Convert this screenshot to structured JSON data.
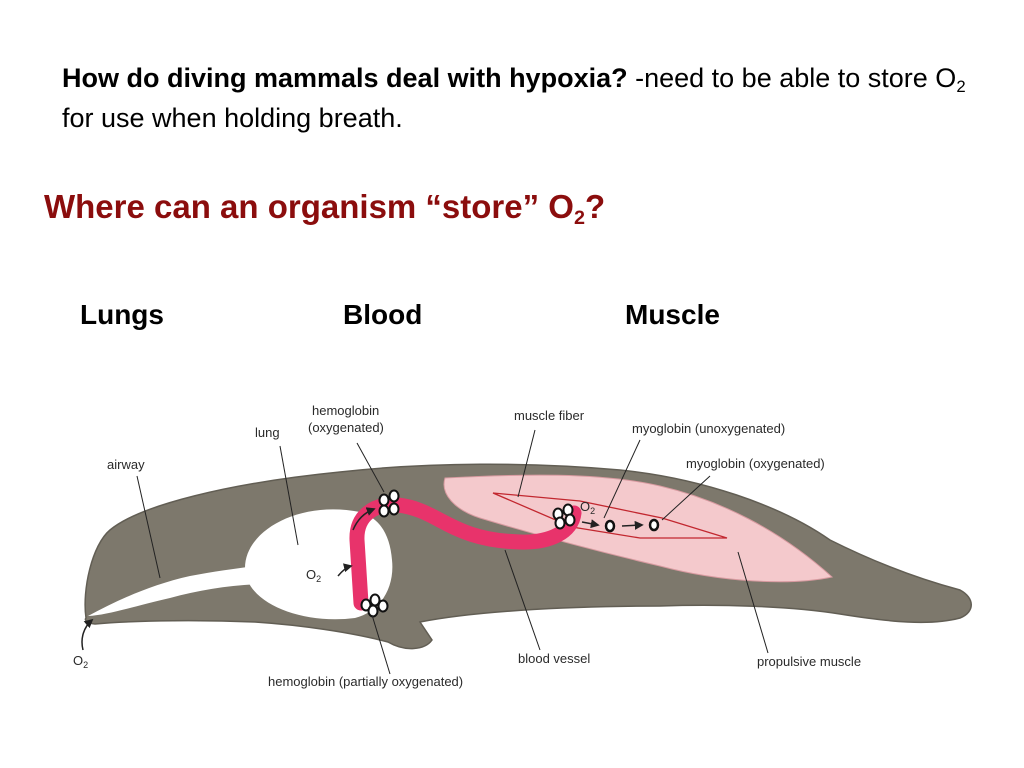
{
  "intro": {
    "heading": "How do diving mammals deal with hypoxia?",
    "text_part1": " -need to be able to store O",
    "text_sub": "2",
    "text_part2": " for use when holding breath."
  },
  "question": {
    "text": "Where can an organism “store” O",
    "sub": "2",
    "end": "?"
  },
  "categories": [
    "Lungs",
    "Blood",
    "Muscle"
  ],
  "diagram": {
    "labels": {
      "airway": "airway",
      "lung": "lung",
      "hemoglobin_oxygenated_1": "hemoglobin",
      "hemoglobin_oxygenated_2": "(oxygenated)",
      "muscle_fiber": "muscle fiber",
      "myoglobin_unoxygenated": "myoglobin (unoxygenated)",
      "myoglobin_oxygenated": "myoglobin (oxygenated)",
      "o2_symbol": "O",
      "o2_sub": "2",
      "blood_vessel": "blood vessel",
      "propulsive_muscle": "propulsive muscle",
      "hemoglobin_partial": "hemoglobin (partially oxygenated)"
    },
    "colors": {
      "body": "#7d786c",
      "body_edge": "#625e54",
      "muscle": "#f4c9cc",
      "vessel": "#e8336b",
      "lung": "#ffffff"
    }
  }
}
